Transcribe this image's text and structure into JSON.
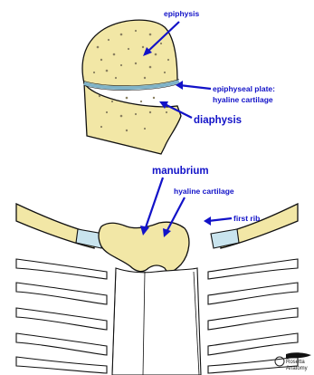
{
  "labels": {
    "epiphysis": "epiphysis",
    "epiphyseal_plate_line1": "epiphyseal plate:",
    "epiphyseal_plate_line2": "hyaline cartilage",
    "diaphysis": "diaphysis",
    "manubrium": "manubrium",
    "hyaline_cartilage": "hyaline cartilage",
    "first_rib": "first rib"
  },
  "logo": {
    "text_top": "Rosetta",
    "text_bottom": "Anatomy"
  },
  "colors": {
    "label": "#1212c8",
    "bone": "#f2e7a6",
    "cartilage": "#c9e4ee"
  }
}
